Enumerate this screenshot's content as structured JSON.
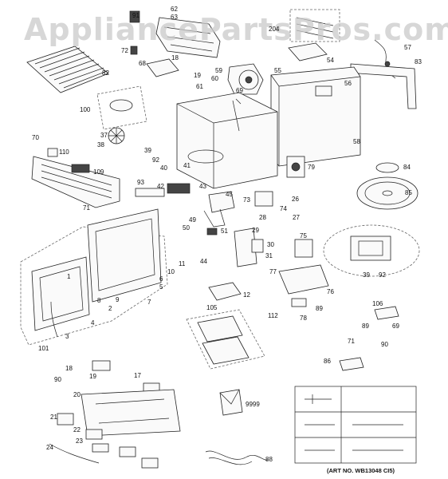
{
  "watermark": "AppliancePartsPros.com",
  "art_number": "(ART NO. WB13048 CI5)",
  "part_numbers": [
    "91",
    "62",
    "63",
    "204",
    "57",
    "83",
    "72",
    "68",
    "18",
    "19",
    "59",
    "55",
    "56",
    "54",
    "82",
    "60",
    "61",
    "69",
    "100",
    "37",
    "38",
    "39",
    "92",
    "40",
    "41",
    "70",
    "110",
    "109",
    "71",
    "58",
    "79",
    "84",
    "93",
    "42",
    "43",
    "45",
    "26",
    "85",
    "73",
    "74",
    "27",
    "28",
    "29",
    "49",
    "50",
    "51",
    "75",
    "30",
    "31",
    "44",
    "11",
    "10",
    "6",
    "5",
    "7",
    "1",
    "8",
    "9",
    "2",
    "4",
    "3",
    "101",
    "39",
    "92",
    "12",
    "77",
    "76",
    "89",
    "106",
    "105",
    "112",
    "78",
    "89",
    "69",
    "71",
    "90",
    "18",
    "19",
    "90",
    "86",
    "17",
    "20",
    "21",
    "22",
    "23",
    "24",
    "9999",
    "88"
  ]
}
